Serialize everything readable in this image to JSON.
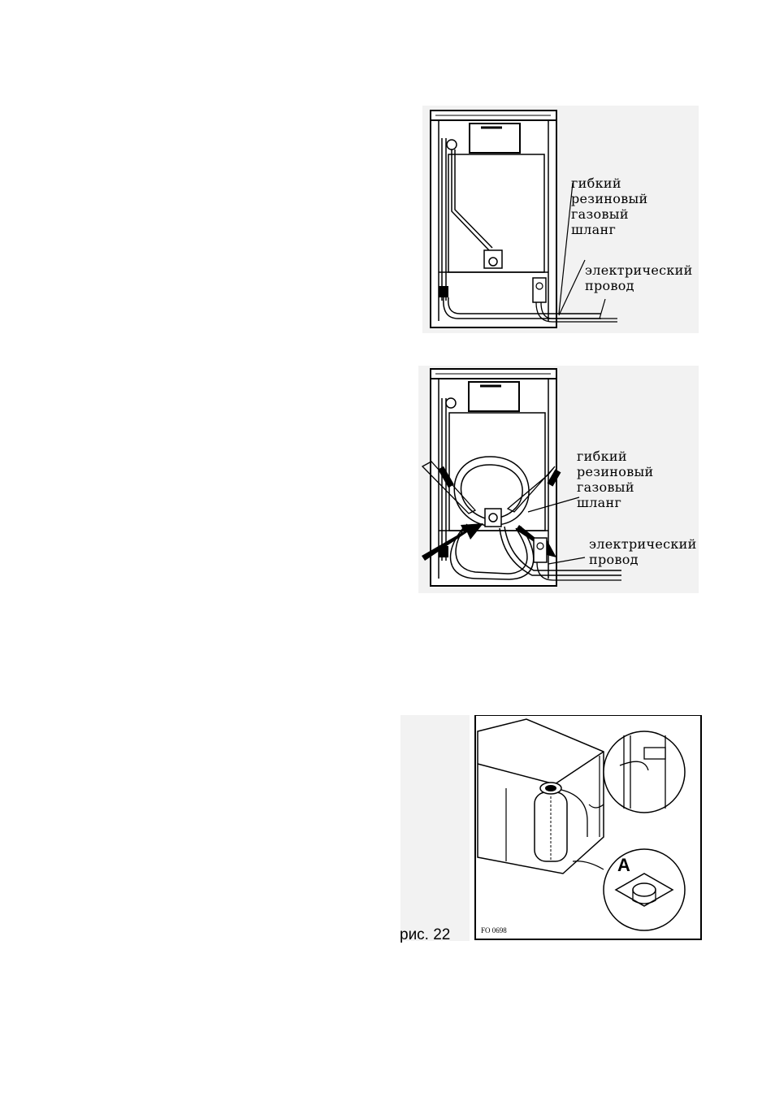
{
  "figure1": {
    "hose_label": "гибкий\nрезиновый\nгазовый\nшланг",
    "wire_label": "электрический\nпровод"
  },
  "figure2": {
    "hose_label": "гибкий\nрезиновый\nгазовый\nшланг",
    "wire_label": "электрический\nпровод"
  },
  "figure3": {
    "caption": "рис. 22",
    "code": "FO 0698",
    "callout": "A"
  }
}
